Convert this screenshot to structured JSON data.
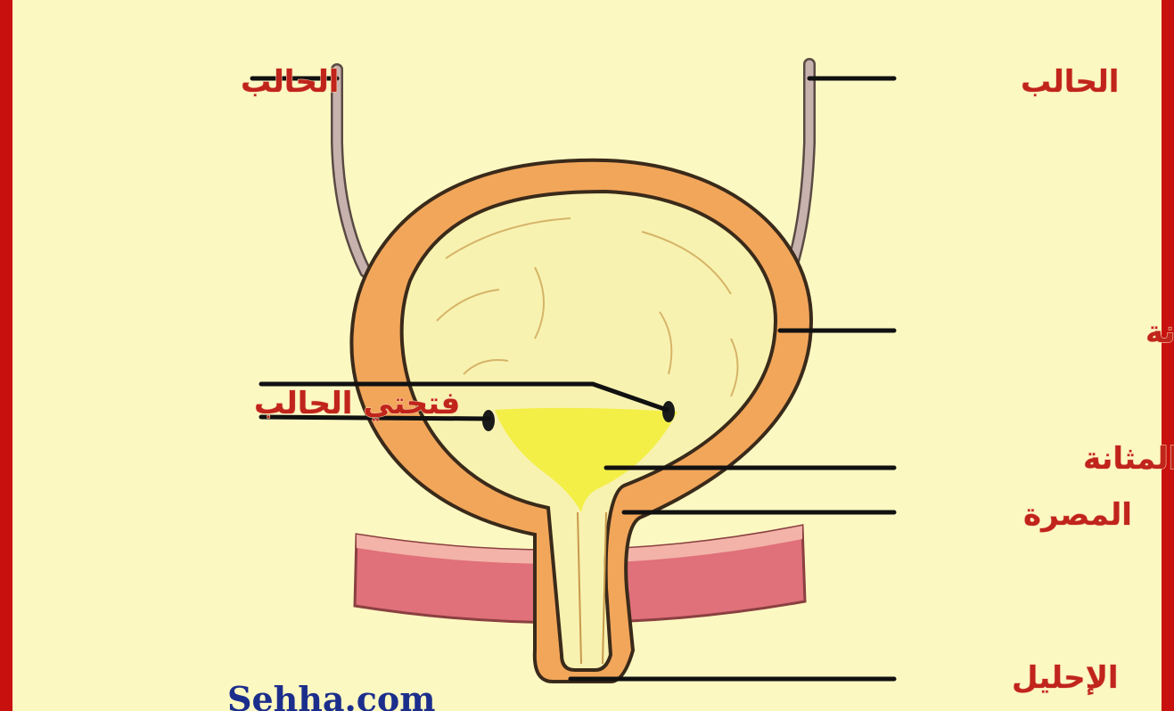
{
  "labels": {
    "ureter_left": "الحالب",
    "ureter_right": "الحالب",
    "bladder_muscles": "عضلات المثانة",
    "ureteral_openings": "فتحتي الحالب",
    "bladder_neck": "عنق المثانة",
    "sphincter": "المصرة",
    "urethra": "الإحليل"
  },
  "watermark": "Sehha.com",
  "colors": {
    "background": "#fcf8c2",
    "border": "#c8100f",
    "muscle_wall": "#f2a65a",
    "urine": "#f2ee3c",
    "pelvic_muscle": "#e0707a",
    "label_text": "#c0241a",
    "watermark_text": "#1c2e8c"
  }
}
